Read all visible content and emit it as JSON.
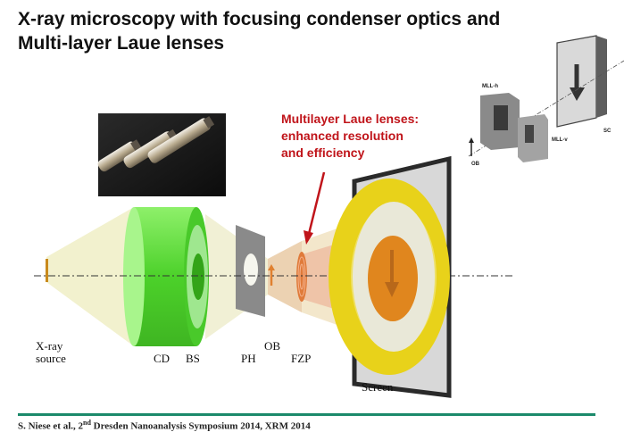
{
  "title_line1": "X-ray microscopy with focusing condenser optics and",
  "title_line2": "Multi-layer Laue lenses",
  "callout_line1": "Multilayer Laue lenses:",
  "callout_line2": "enhanced resolution",
  "callout_line3": "and efficiency",
  "labels": {
    "xray_line1": "X-ray",
    "xray_line2": "source",
    "cd": "CD",
    "bs": "BS",
    "ph": "PH",
    "ob": "OB",
    "fzp": "FZP",
    "screen": "Screen"
  },
  "inset_labels": {
    "mll_h": "MLL-h",
    "mll_v": "MLL-v",
    "ob": "OB",
    "sc": "SC"
  },
  "footer": {
    "text_before": "S. Niese et al., 2",
    "superscript": "nd",
    "text_after": " Dresden Nanoanalysis Symposium 2014, XRM 2014"
  },
  "colors": {
    "accent_red": "#c0141a",
    "condenser_green": "#5bd63c",
    "screen_yellow": "#e8d21a",
    "footer_line": "#1b8a6b"
  }
}
